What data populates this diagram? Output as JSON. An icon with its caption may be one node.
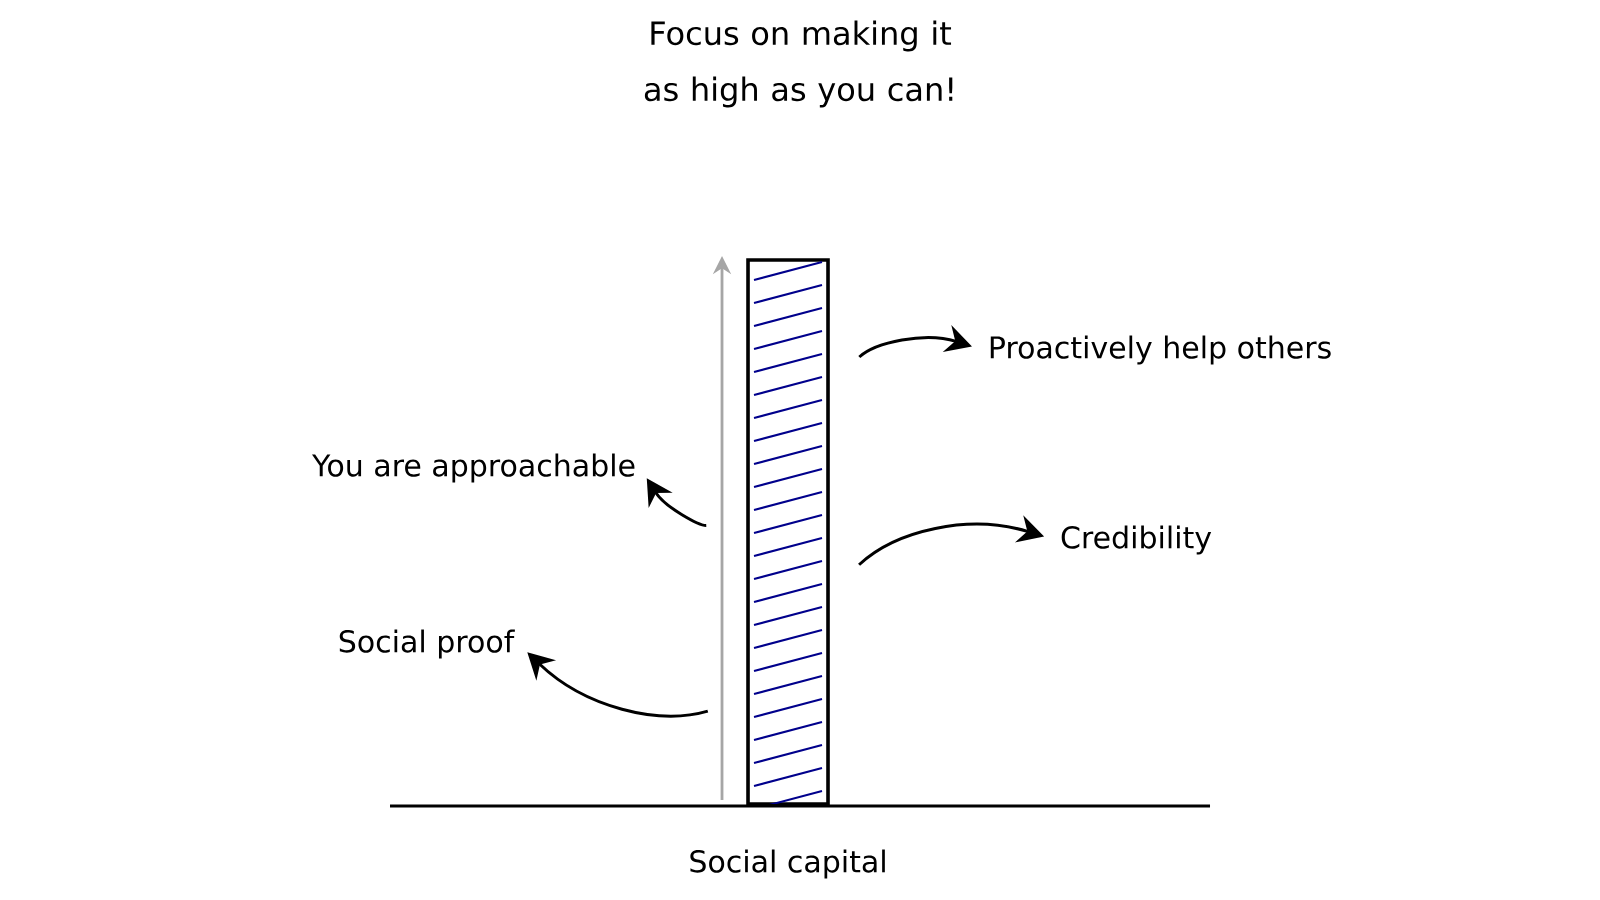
{
  "diagram": {
    "title": "Focus on making it as high as you can!",
    "nodes": [
      {
        "text": [],
        "shape": "bar",
        "beside": [
          "Social capital"
        ]
      },
      {
        "text": [
          "Proactively help others"
        ]
      },
      {
        "text": [
          "Credibility"
        ]
      },
      {
        "text": [
          "You are approachable"
        ]
      },
      {
        "text": [
          "Social proof"
        ]
      }
    ],
    "edges": [
      {
        "from": 0,
        "to": 1,
        "arrow": "to"
      },
      {
        "from": 0,
        "to": 2,
        "arrow": "to"
      },
      {
        "from": 0,
        "to": 3,
        "arrow": "to"
      },
      {
        "from": 0,
        "to": 4,
        "arrow": "to"
      }
    ]
  }
}
